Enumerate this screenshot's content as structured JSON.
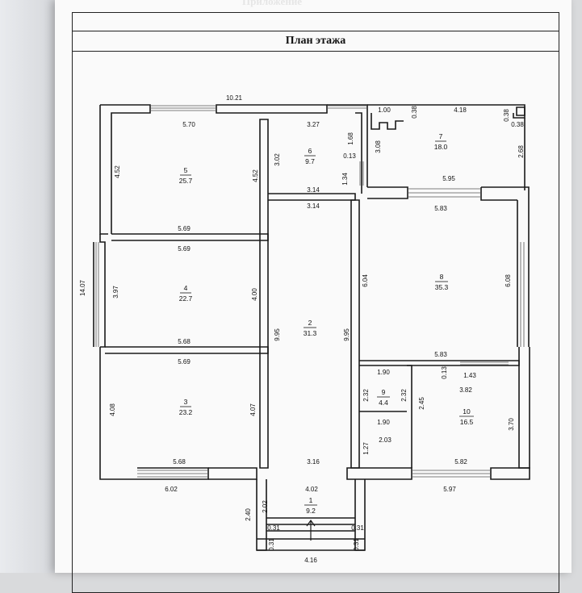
{
  "title": "План этажа",
  "ghost_text": "Приложение",
  "rooms": [
    {
      "number": "1",
      "area": "9.2"
    },
    {
      "number": "2",
      "area": "31.3"
    },
    {
      "number": "3",
      "area": "23.2"
    },
    {
      "number": "4",
      "area": "22.7"
    },
    {
      "number": "5",
      "area": "25.7"
    },
    {
      "number": "6",
      "area": "9.7"
    },
    {
      "number": "7",
      "area": "18.0"
    },
    {
      "number": "8",
      "area": "35.3"
    },
    {
      "number": "9",
      "area": "4.4"
    },
    {
      "number": "10",
      "area": "16.5"
    }
  ],
  "dimensions": {
    "d_10_21": "10.21",
    "d_5_70": "5.70",
    "d_3_27": "3.27",
    "d_1_00": "1.00",
    "d_0_38a": "0.38",
    "d_4_18": "4.18",
    "d_0_38b": "0.38",
    "d_0_38c": "0.38",
    "d_4_52a": "4.52",
    "d_4_52b": "4.52",
    "d_3_02": "3.02",
    "d_1_68": "1.68",
    "d_0_13a": "0.13",
    "d_1_34": "1.34",
    "d_3_08": "3.08",
    "d_2_68": "2.68",
    "d_5_95": "5.95",
    "d_3_14a": "3.14",
    "d_3_14b": "3.14",
    "d_5_83a": "5.83",
    "d_5_69a": "5.69",
    "d_5_69b": "5.69",
    "d_14_07": "14.07",
    "d_3_97": "3.97",
    "d_4_00": "4.00",
    "d_6_04": "6.04",
    "d_6_08": "6.08",
    "d_9_95a": "9.95",
    "d_9_95b": "9.95",
    "d_5_68a": "5.68",
    "d_5_69c": "5.69",
    "d_5_83b": "5.83",
    "d_0_13b": "0.13",
    "d_1_43": "1.43",
    "d_1_90a": "1.90",
    "d_2_32a": "2.32",
    "d_2_32b": "2.32",
    "d_2_45": "2.45",
    "d_3_82": "3.82",
    "d_3_70": "3.70",
    "d_4_08": "4.08",
    "d_4_07": "4.07",
    "d_1_90b": "1.90",
    "d_2_03": "2.03",
    "d_1_27": "1.27",
    "d_5_68b": "5.68",
    "d_3_16": "3.16",
    "d_5_82": "5.82",
    "d_6_02": "6.02",
    "d_4_02": "4.02",
    "d_5_97": "5.97",
    "d_2_40": "2.40",
    "d_2_02": "2.02",
    "d_0_31a": "0.31",
    "d_0_31b": "0.31",
    "d_0_31c": "0.31",
    "d_0_31d": "0.31",
    "d_4_16": "4.16"
  }
}
